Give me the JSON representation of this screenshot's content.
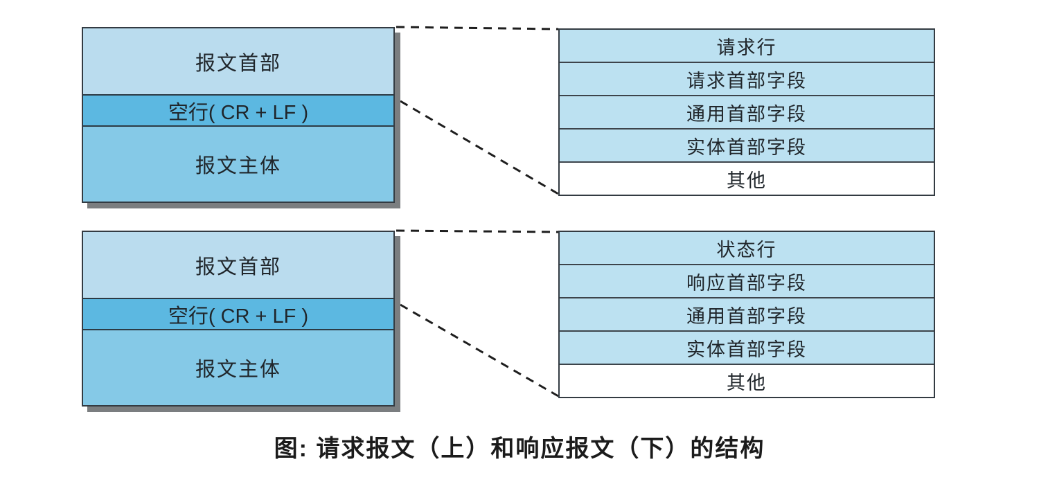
{
  "figure": {
    "caption": "图: 请求报文（上）和响应报文（下）的结构"
  },
  "request": {
    "box": {
      "header": "报文首部",
      "blank_line": "空行( CR + LF )",
      "body": "报文主体"
    },
    "detail_rows": [
      "请求行",
      "请求首部字段",
      "通用首部字段",
      "实体首部字段",
      "其他"
    ]
  },
  "response": {
    "box": {
      "header": "报文首部",
      "blank_line": "空行( CR + LF )",
      "body": "报文主体"
    },
    "detail_rows": [
      "状态行",
      "响应首部字段",
      "通用首部字段",
      "实体首部字段",
      "其他"
    ]
  },
  "colors": {
    "header_fill": "#badcee",
    "blank_line_fill": "#5cb8e1",
    "body_fill": "#85c9e7",
    "table_row_fill": "#bce1f1",
    "other_row_fill": "#ffffff",
    "border": "#333b42",
    "shadow": "#7b7e80",
    "connector": "#1e1e1e",
    "text": "#20262b"
  }
}
